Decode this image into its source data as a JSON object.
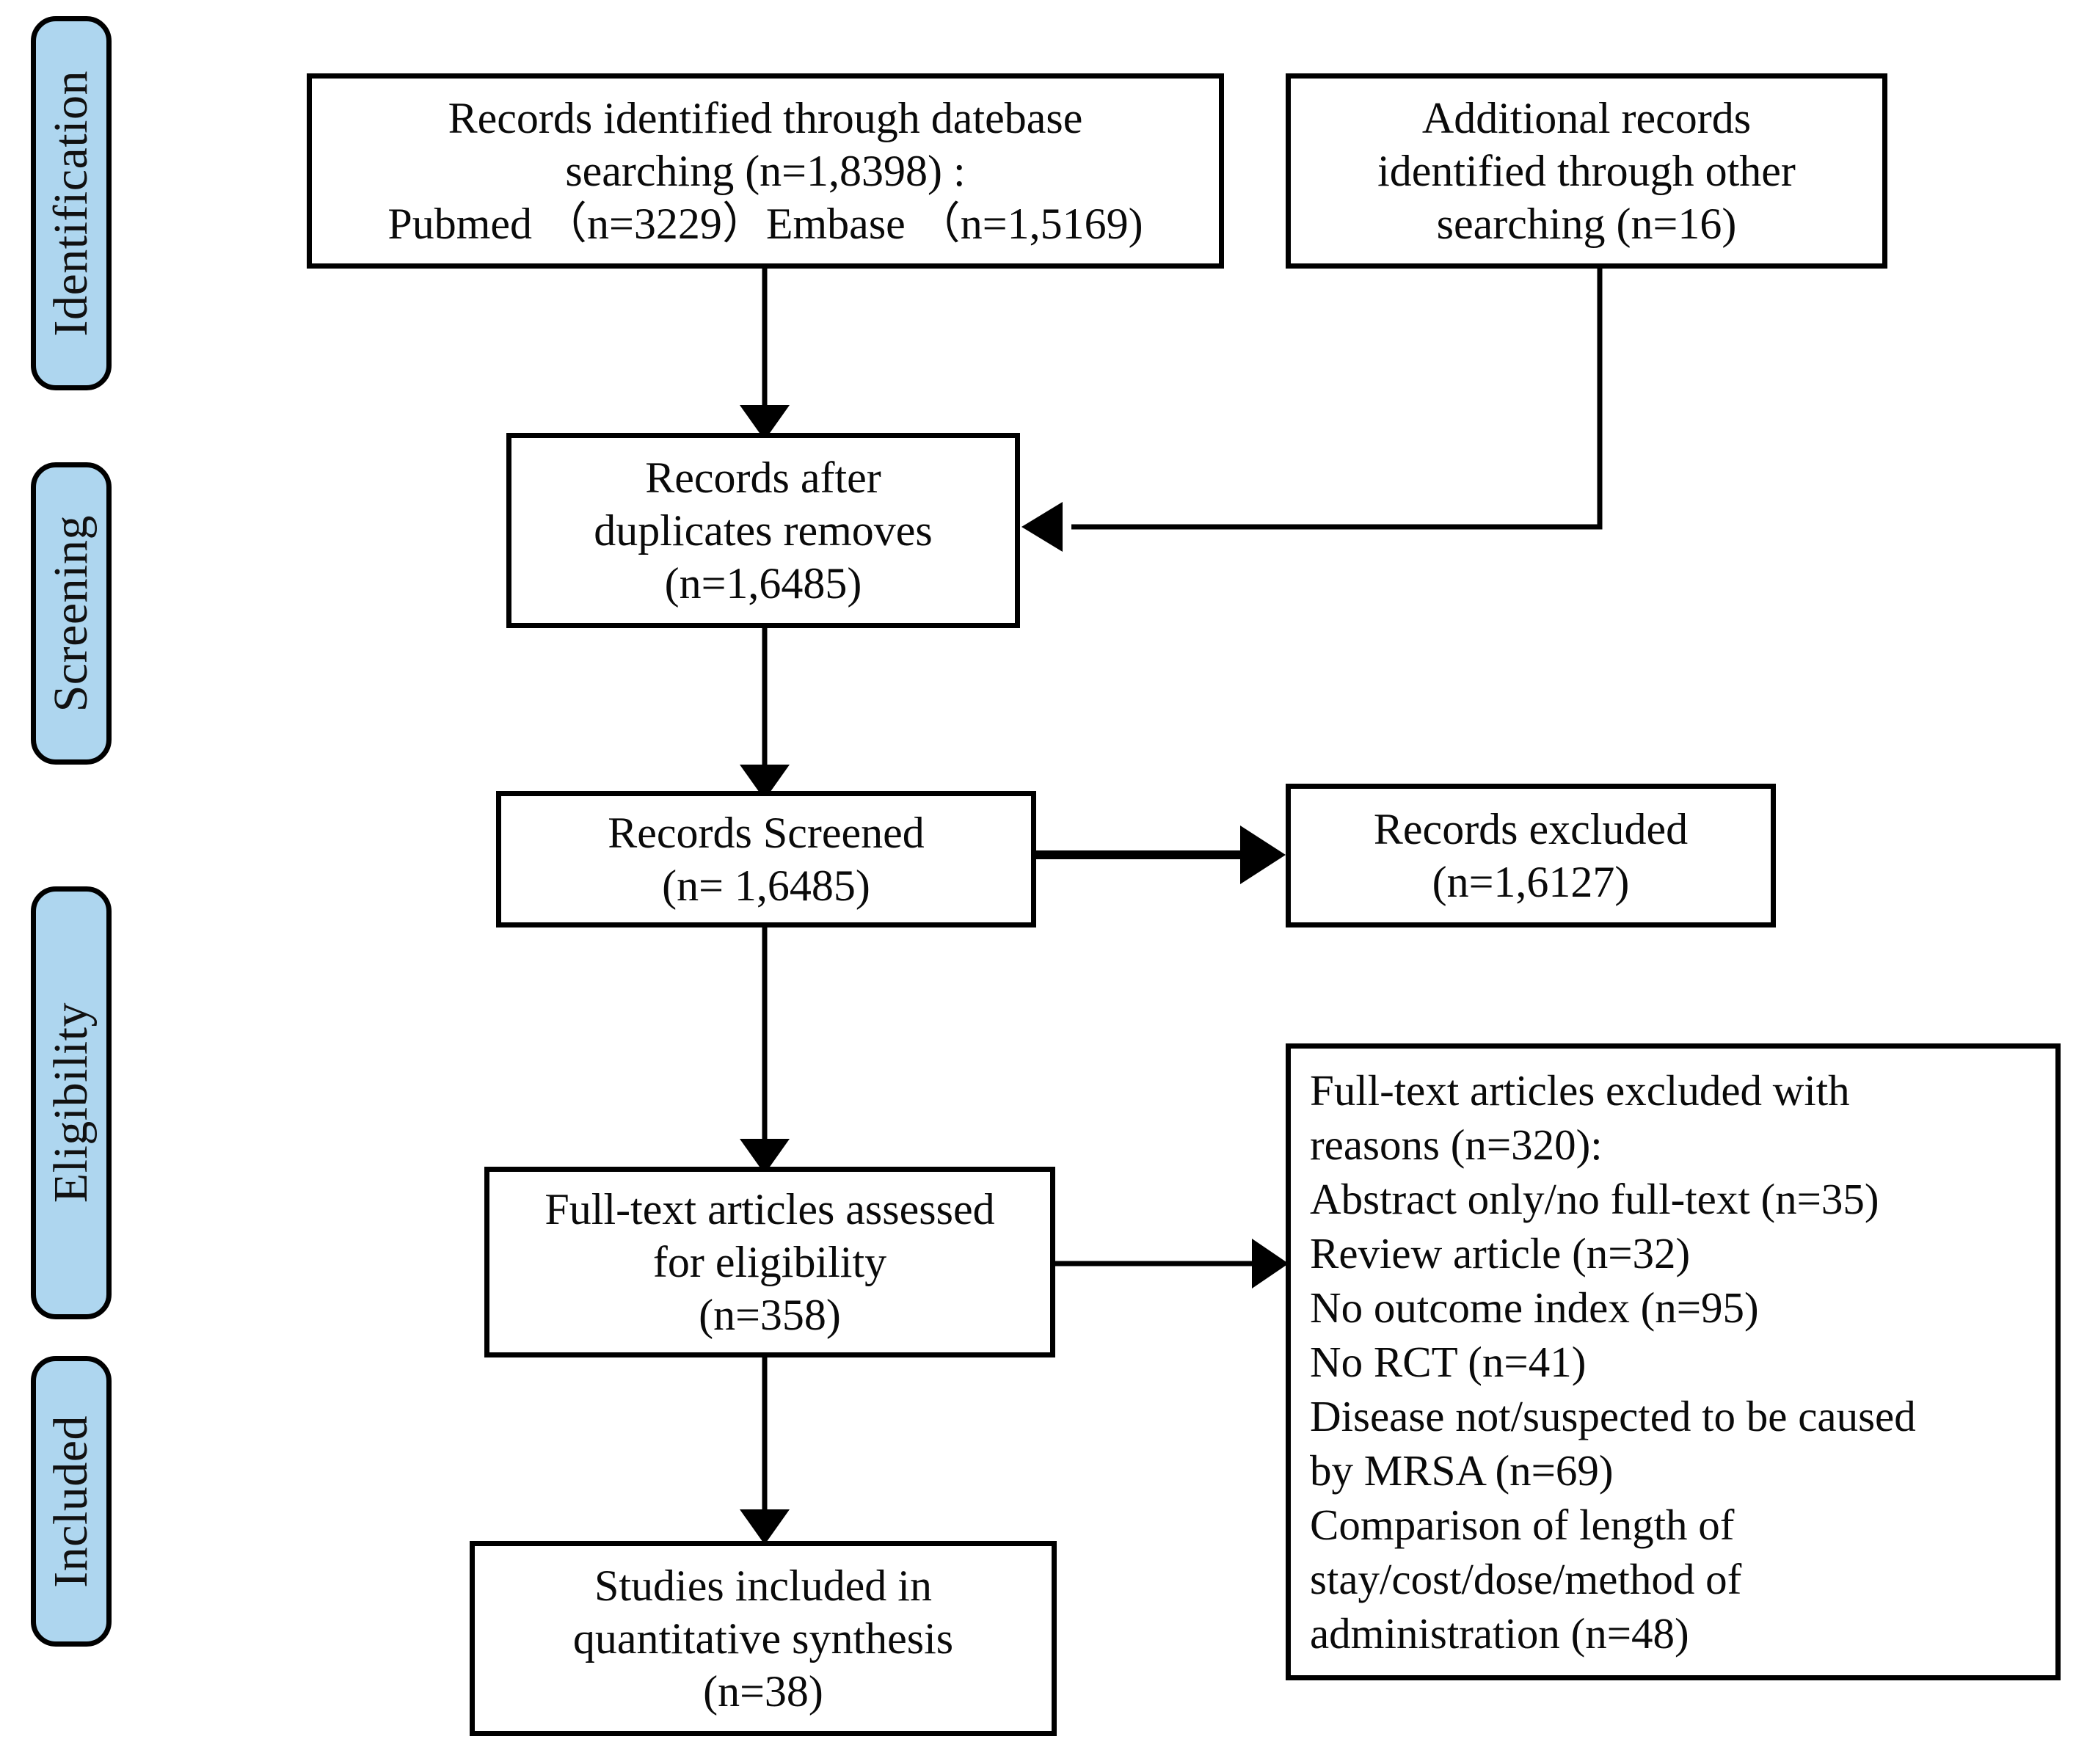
{
  "diagram": {
    "type": "prisma-flow-diagram",
    "accent_color": "#aed6ef",
    "border_color": "#000000",
    "background_color": "#ffffff"
  },
  "stages": [
    {
      "id": "identification",
      "label": "Identification"
    },
    {
      "id": "screening",
      "label": "Screening"
    },
    {
      "id": "eligibility",
      "label": "Eligibility"
    },
    {
      "id": "included",
      "label": "Included"
    }
  ],
  "boxes": {
    "database_search": {
      "lines": [
        "Records identified through datebase",
        "searching (n=1,8398) :",
        "Pubmed （n=3229）Embase （n=1,5169)"
      ]
    },
    "other_search": {
      "lines": [
        "Additional records",
        "identified through other",
        "searching (n=16)"
      ]
    },
    "after_duplicates": {
      "lines": [
        "Records after",
        "duplicates removes",
        "(n=1,6485)"
      ]
    },
    "records_screened": {
      "lines": [
        "Records Screened",
        "(n= 1,6485)"
      ]
    },
    "records_excluded": {
      "lines": [
        "Records excluded",
        "(n=1,6127)"
      ]
    },
    "fulltext_assessed": {
      "lines": [
        "Full-text articles assessed",
        "for eligibility",
        "(n=358)"
      ]
    },
    "fulltext_excluded_reasons": {
      "lines": [
        "Full-text articles excluded with",
        "reasons (n=320):",
        "Abstract only/no full-text (n=35)",
        "Review article (n=32)",
        "No outcome index (n=95)",
        "No RCT (n=41)",
        "Disease not/suspected to be caused",
        "by MRSA (n=69)",
        "Comparison of length of",
        "stay/cost/dose/method of",
        "administration (n=48)"
      ]
    },
    "studies_included": {
      "lines": [
        "Studies included in",
        "quantitative synthesis",
        "(n=38)"
      ]
    }
  },
  "counts": {
    "database_total": "1,8398",
    "pubmed": "3229",
    "embase": "1,5169",
    "other_sources": "16",
    "after_duplicates": "1,6485",
    "screened": "1,6485",
    "excluded_screening": "1,6127",
    "fulltext_assessed": "358",
    "fulltext_excluded_total": "320",
    "abstract_only": "35",
    "review_article": "32",
    "no_outcome_index": "95",
    "no_rct": "41",
    "not_mrsa": "69",
    "comparison_los_cost": "48",
    "studies_included": "38"
  }
}
